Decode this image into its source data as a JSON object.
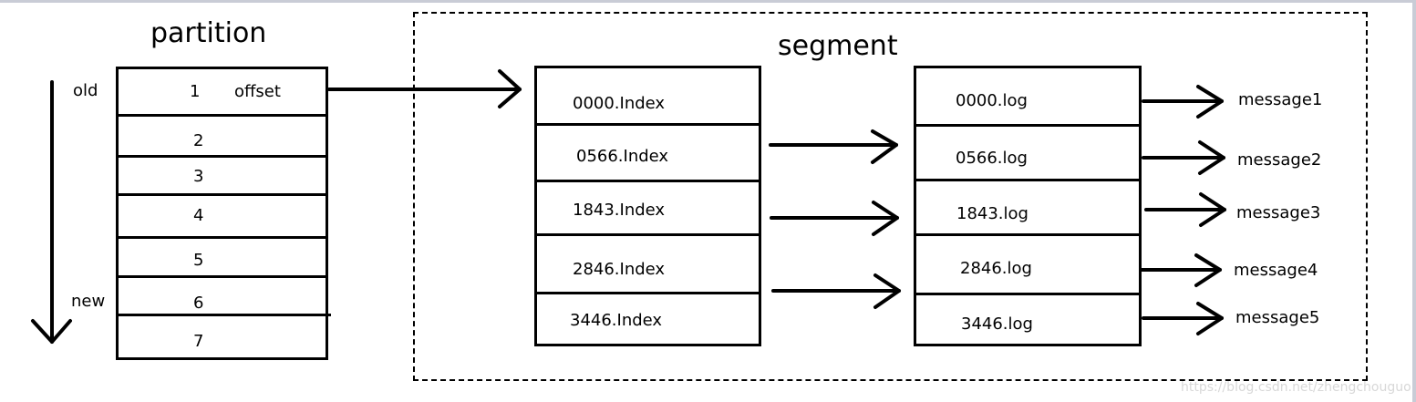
{
  "partition": {
    "title": "partition",
    "old_label": "old",
    "new_label": "new",
    "offset_label": "offset",
    "rows": [
      "1",
      "2",
      "3",
      "4",
      "5",
      "6",
      "7"
    ]
  },
  "segment": {
    "title": "segment",
    "index_files": [
      "0000.Index",
      "0566.Index",
      "1843.Index",
      "2846.Index",
      "3446.Index"
    ],
    "log_files": [
      "0000.log",
      "0566.log",
      "1843.log",
      "2846.log",
      "3446.log"
    ],
    "messages": [
      "message1",
      "message2",
      "message3",
      "message4",
      "message5"
    ]
  },
  "watermark": "https://blog.csdn.net/zhengchouguo"
}
